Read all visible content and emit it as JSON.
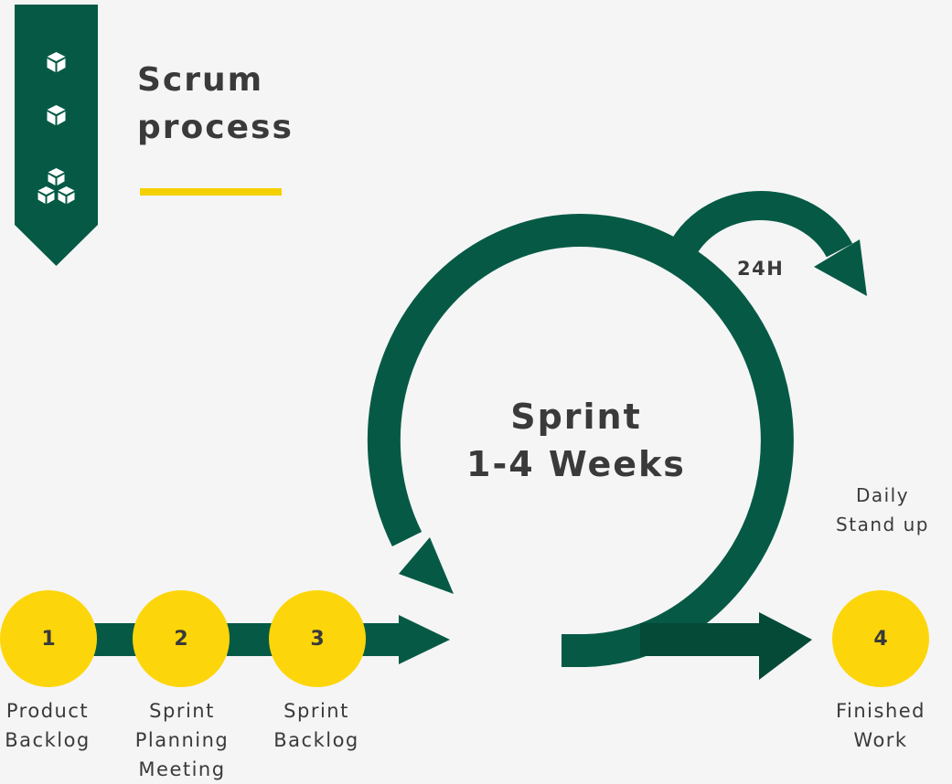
{
  "title": "Scrum\nprocess",
  "banner": {
    "icons": [
      "cube-icon",
      "cube-icon",
      "cubes-stack-icon"
    ]
  },
  "steps": [
    {
      "number": "1",
      "label": "Product\nBacklog"
    },
    {
      "number": "2",
      "label": "Sprint\nPlanning\nMeeting"
    },
    {
      "number": "3",
      "label": "Sprint\nBacklog"
    },
    {
      "number": "4",
      "label": "Finished\nWork"
    }
  ],
  "sprint": {
    "line1": "Sprint",
    "line2": "1-4 Weeks"
  },
  "daily": {
    "cycle": "24H",
    "label": "Daily\nStand up"
  },
  "colors": {
    "green": "#065a45",
    "dark_green": "#044a37",
    "yellow": "#fcd60a",
    "text": "#3a3a3a",
    "background": "#f5f5f5"
  }
}
